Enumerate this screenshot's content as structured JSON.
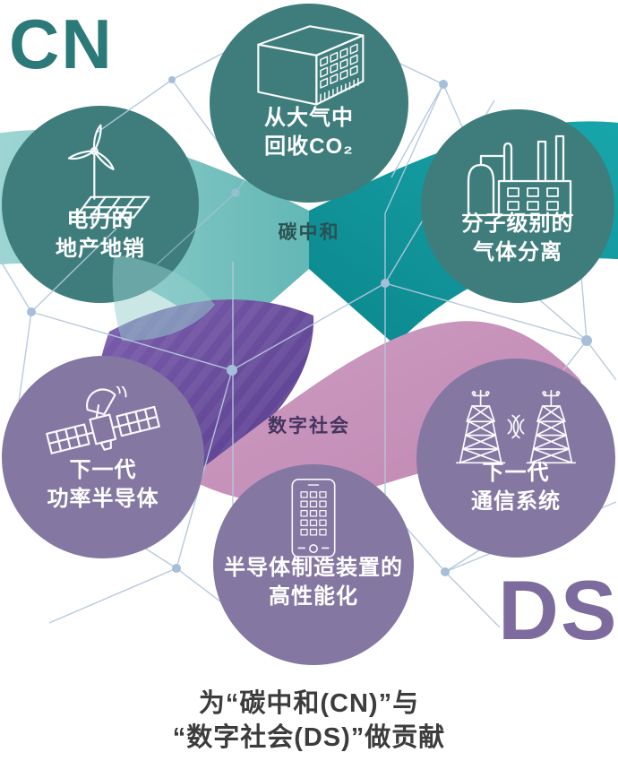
{
  "corner_labels": {
    "cn": "CN",
    "ds": "DS"
  },
  "center_labels": {
    "carbon_neutral": "碳中和",
    "digital_society": "数字社会"
  },
  "circles": {
    "co2_recovery": {
      "line1": "从大气中",
      "line2": "回收CO₂",
      "icon": "dac-unit-icon",
      "group": "carbon-neutral"
    },
    "local_power": {
      "line1": "电力的",
      "line2": "地产地销",
      "icon": "wind-solar-icon",
      "group": "carbon-neutral"
    },
    "gas_separation": {
      "line1": "分子级别的",
      "line2": "气体分离",
      "icon": "factory-icon",
      "group": "carbon-neutral"
    },
    "power_semiconductor": {
      "line1": "下一代",
      "line2": "功率半导体",
      "icon": "satellite-icon",
      "group": "digital-society"
    },
    "comm_system": {
      "line1": "下一代",
      "line2": "通信系统",
      "icon": "radio-towers-icon",
      "group": "digital-society"
    },
    "semicon_equipment": {
      "line1": "半导体制造装置的",
      "line2": "高性能化",
      "icon": "smartphone-icon",
      "group": "digital-society"
    }
  },
  "caption": {
    "line1": "为“碳中和(CN)”与",
    "line2": "“数字社会(DS)”做贡献"
  },
  "colors": {
    "teal_circle": "#3E7D7C",
    "purple_circle": "#8477A2",
    "teal_ribbon_dark": "#119297",
    "teal_ribbon_light": "#7FC5C3",
    "purple_ribbon": "#6A4C9C",
    "pink_ribbon": "#C690BA",
    "cn_text": "#2B7978",
    "ds_text": "#7D6B9E",
    "carbon_label_text": "#2A5150",
    "digital_label_text": "#443460",
    "caption_text": "#3C3C3C",
    "mesh_line": "#B5C8DD",
    "circle_text": "#FFFFFF"
  }
}
